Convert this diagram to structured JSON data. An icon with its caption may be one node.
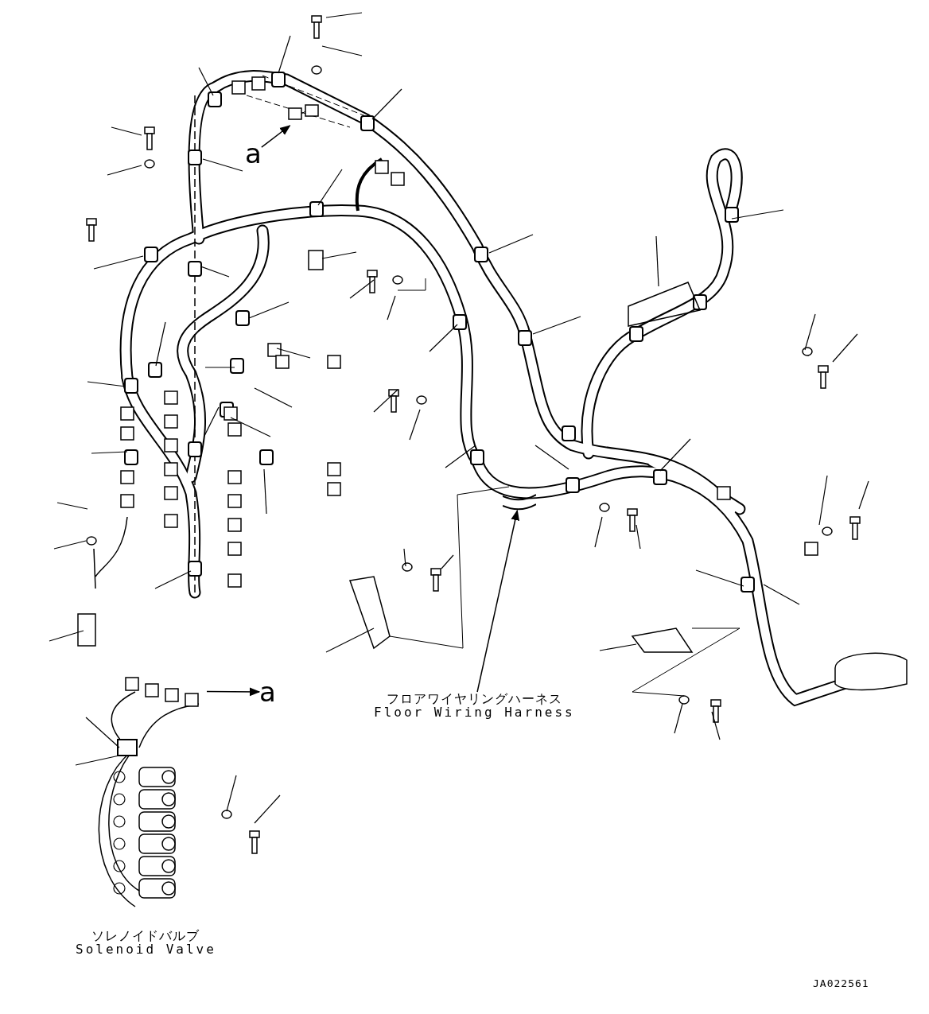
{
  "diagram": {
    "nodes": [
      {
        "text": [
          "a"
        ]
      },
      {
        "text": [
          "a"
        ]
      },
      {
        "text": [
          "フロアワイヤリングハーネス",
          "Floor Wiring Harness"
        ]
      },
      {
        "text": [
          "ソレノイドバルブ",
          "Solenoid Valve"
        ]
      },
      {
        "text": [],
        "shape": "picture"
      },
      {
        "text": [],
        "shape": "picture"
      },
      {
        "text": [],
        "shape": "picture"
      }
    ],
    "edges": [
      {
        "from": 0,
        "to": 4,
        "arrow": "to"
      },
      {
        "from": 5,
        "to": 1,
        "arrow": "to"
      },
      {
        "from": 2,
        "to": 6,
        "arrow": "to"
      }
    ],
    "labels": [
      "JA022561"
    ]
  }
}
